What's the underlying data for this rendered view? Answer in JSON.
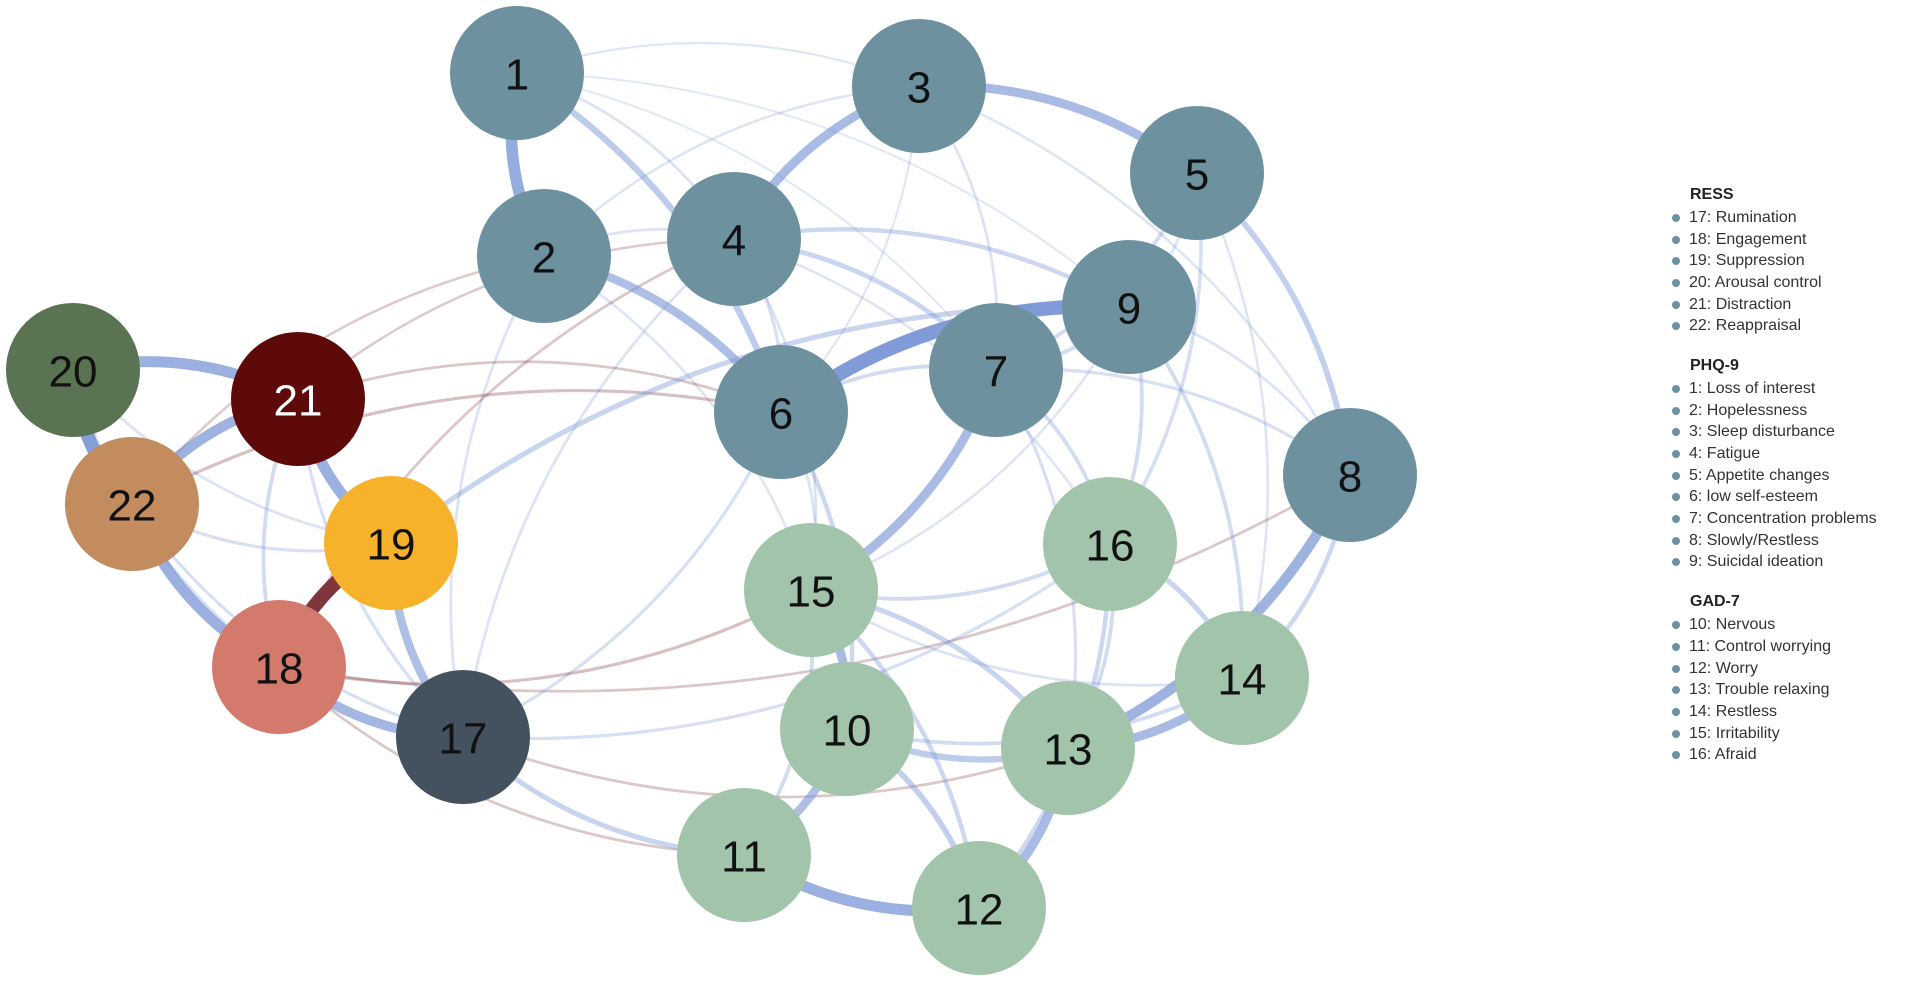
{
  "nodes": [
    {
      "id": "1",
      "label": "1",
      "fill": "#6d919f",
      "text_color": "#111111"
    },
    {
      "id": "2",
      "label": "2",
      "fill": "#6d919f",
      "text_color": "#111111"
    },
    {
      "id": "3",
      "label": "3",
      "fill": "#6d919f",
      "text_color": "#111111"
    },
    {
      "id": "4",
      "label": "4",
      "fill": "#6d919f",
      "text_color": "#111111"
    },
    {
      "id": "5",
      "label": "5",
      "fill": "#6d919f",
      "text_color": "#111111"
    },
    {
      "id": "6",
      "label": "6",
      "fill": "#6d919f",
      "text_color": "#111111"
    },
    {
      "id": "7",
      "label": "7",
      "fill": "#6d919f",
      "text_color": "#111111"
    },
    {
      "id": "8",
      "label": "8",
      "fill": "#6d919f",
      "text_color": "#111111"
    },
    {
      "id": "9",
      "label": "9",
      "fill": "#6d919f",
      "text_color": "#111111"
    },
    {
      "id": "10",
      "label": "10",
      "fill": "#a2c4ab",
      "text_color": "#111111"
    },
    {
      "id": "11",
      "label": "11",
      "fill": "#a2c4ab",
      "text_color": "#111111"
    },
    {
      "id": "12",
      "label": "12",
      "fill": "#a2c4ab",
      "text_color": "#111111"
    },
    {
      "id": "13",
      "label": "13",
      "fill": "#a2c4ab",
      "text_color": "#111111"
    },
    {
      "id": "14",
      "label": "14",
      "fill": "#a2c4ab",
      "text_color": "#111111"
    },
    {
      "id": "15",
      "label": "15",
      "fill": "#a2c4ab",
      "text_color": "#111111"
    },
    {
      "id": "16",
      "label": "16",
      "fill": "#a2c4ab",
      "text_color": "#111111"
    },
    {
      "id": "17",
      "label": "17",
      "fill": "#44525f",
      "text_color": "#111111"
    },
    {
      "id": "18",
      "label": "18",
      "fill": "#d47a6d",
      "text_color": "#111111"
    },
    {
      "id": "19",
      "label": "19",
      "fill": "#f6b22b",
      "text_color": "#111111"
    },
    {
      "id": "20",
      "label": "20",
      "fill": "#5a7453",
      "text_color": "#111111"
    },
    {
      "id": "21",
      "label": "21",
      "fill": "#5e0a0a",
      "text_color": "#ffffff"
    },
    {
      "id": "22",
      "label": "22",
      "fill": "#c28c5e",
      "text_color": "#111111"
    }
  ],
  "edges": [
    {
      "from": "1",
      "to": "2",
      "weight": 0.8,
      "sign": "positive"
    },
    {
      "from": "1",
      "to": "6",
      "weight": 0.4,
      "sign": "positive"
    },
    {
      "from": "1",
      "to": "3",
      "weight": 0.08,
      "sign": "positive"
    },
    {
      "from": "1",
      "to": "4",
      "weight": 0.12,
      "sign": "positive"
    },
    {
      "from": "1",
      "to": "9",
      "weight": 0.06,
      "sign": "positive"
    },
    {
      "from": "1",
      "to": "7",
      "weight": 0.06,
      "sign": "positive"
    },
    {
      "from": "2",
      "to": "6",
      "weight": 0.55,
      "sign": "positive"
    },
    {
      "from": "2",
      "to": "4",
      "weight": 0.12,
      "sign": "positive"
    },
    {
      "from": "2",
      "to": "3",
      "weight": 0.1,
      "sign": "positive"
    },
    {
      "from": "2",
      "to": "15",
      "weight": 0.1,
      "sign": "positive"
    },
    {
      "from": "2",
      "to": "17",
      "weight": 0.12,
      "sign": "positive"
    },
    {
      "from": "2",
      "to": "22",
      "weight": 0.1,
      "sign": "negative"
    },
    {
      "from": "3",
      "to": "4",
      "weight": 0.6,
      "sign": "positive"
    },
    {
      "from": "3",
      "to": "5",
      "weight": 0.6,
      "sign": "positive"
    },
    {
      "from": "3",
      "to": "7",
      "weight": 0.12,
      "sign": "positive"
    },
    {
      "from": "3",
      "to": "8",
      "weight": 0.1,
      "sign": "positive"
    },
    {
      "from": "3",
      "to": "6",
      "weight": 0.08,
      "sign": "positive"
    },
    {
      "from": "4",
      "to": "7",
      "weight": 0.28,
      "sign": "positive"
    },
    {
      "from": "4",
      "to": "9",
      "weight": 0.25,
      "sign": "positive"
    },
    {
      "from": "4",
      "to": "6",
      "weight": 0.15,
      "sign": "positive"
    },
    {
      "from": "4",
      "to": "15",
      "weight": 0.12,
      "sign": "positive"
    },
    {
      "from": "4",
      "to": "17",
      "weight": 0.12,
      "sign": "positive"
    },
    {
      "from": "4",
      "to": "18",
      "weight": 0.12,
      "sign": "negative"
    },
    {
      "from": "4",
      "to": "21",
      "weight": 0.1,
      "sign": "negative"
    },
    {
      "from": "4",
      "to": "16",
      "weight": 0.1,
      "sign": "positive"
    },
    {
      "from": "5",
      "to": "8",
      "weight": 0.35,
      "sign": "positive"
    },
    {
      "from": "5",
      "to": "7",
      "weight": 0.2,
      "sign": "positive"
    },
    {
      "from": "5",
      "to": "16",
      "weight": 0.18,
      "sign": "positive"
    },
    {
      "from": "5",
      "to": "14",
      "weight": 0.1,
      "sign": "positive"
    },
    {
      "from": "5",
      "to": "9",
      "weight": 0.12,
      "sign": "positive"
    },
    {
      "from": "6",
      "to": "9",
      "weight": 1.0,
      "sign": "positive"
    },
    {
      "from": "6",
      "to": "7",
      "weight": 0.2,
      "sign": "positive"
    },
    {
      "from": "6",
      "to": "10",
      "weight": 0.25,
      "sign": "positive"
    },
    {
      "from": "6",
      "to": "22",
      "weight": 0.15,
      "sign": "negative"
    },
    {
      "from": "6",
      "to": "21",
      "weight": 0.12,
      "sign": "negative"
    },
    {
      "from": "6",
      "to": "17",
      "weight": 0.15,
      "sign": "positive"
    },
    {
      "from": "6",
      "to": "15",
      "weight": 0.12,
      "sign": "positive"
    },
    {
      "from": "7",
      "to": "15",
      "weight": 0.6,
      "sign": "positive"
    },
    {
      "from": "7",
      "to": "9",
      "weight": 0.2,
      "sign": "positive"
    },
    {
      "from": "7",
      "to": "16",
      "weight": 0.2,
      "sign": "positive"
    },
    {
      "from": "7",
      "to": "13",
      "weight": 0.15,
      "sign": "positive"
    },
    {
      "from": "7",
      "to": "8",
      "weight": 0.15,
      "sign": "positive"
    },
    {
      "from": "8",
      "to": "14",
      "weight": 0.25,
      "sign": "positive"
    },
    {
      "from": "8",
      "to": "13",
      "weight": 0.7,
      "sign": "positive"
    },
    {
      "from": "8",
      "to": "9",
      "weight": 0.12,
      "sign": "positive"
    },
    {
      "from": "8",
      "to": "18",
      "weight": 0.12,
      "sign": "negative"
    },
    {
      "from": "9",
      "to": "16",
      "weight": 0.2,
      "sign": "positive"
    },
    {
      "from": "9",
      "to": "14",
      "weight": 0.2,
      "sign": "positive"
    },
    {
      "from": "9",
      "to": "19",
      "weight": 0.3,
      "sign": "positive"
    },
    {
      "from": "9",
      "to": "15",
      "weight": 0.1,
      "sign": "positive"
    },
    {
      "from": "10",
      "to": "15",
      "weight": 0.6,
      "sign": "positive"
    },
    {
      "from": "10",
      "to": "11",
      "weight": 0.55,
      "sign": "positive"
    },
    {
      "from": "10",
      "to": "13",
      "weight": 0.4,
      "sign": "positive"
    },
    {
      "from": "10",
      "to": "12",
      "weight": 0.35,
      "sign": "positive"
    },
    {
      "from": "10",
      "to": "14",
      "weight": 0.2,
      "sign": "positive"
    },
    {
      "from": "11",
      "to": "12",
      "weight": 0.75,
      "sign": "positive"
    },
    {
      "from": "11",
      "to": "17",
      "weight": 0.3,
      "sign": "positive"
    },
    {
      "from": "11",
      "to": "15",
      "weight": 0.2,
      "sign": "positive"
    },
    {
      "from": "11",
      "to": "18",
      "weight": 0.12,
      "sign": "negative"
    },
    {
      "from": "12",
      "to": "13",
      "weight": 0.6,
      "sign": "positive"
    },
    {
      "from": "12",
      "to": "15",
      "weight": 0.25,
      "sign": "positive"
    },
    {
      "from": "12",
      "to": "16",
      "weight": 0.25,
      "sign": "positive"
    },
    {
      "from": "13",
      "to": "14",
      "weight": 0.6,
      "sign": "positive"
    },
    {
      "from": "13",
      "to": "15",
      "weight": 0.3,
      "sign": "positive"
    },
    {
      "from": "13",
      "to": "16",
      "weight": 0.2,
      "sign": "positive"
    },
    {
      "from": "13",
      "to": "17",
      "weight": 0.12,
      "sign": "negative"
    },
    {
      "from": "14",
      "to": "16",
      "weight": 0.3,
      "sign": "positive"
    },
    {
      "from": "14",
      "to": "15",
      "weight": 0.12,
      "sign": "positive"
    },
    {
      "from": "15",
      "to": "16",
      "weight": 0.2,
      "sign": "positive"
    },
    {
      "from": "15",
      "to": "18",
      "weight": 0.15,
      "sign": "negative"
    },
    {
      "from": "16",
      "to": "17",
      "weight": 0.15,
      "sign": "positive"
    },
    {
      "from": "17",
      "to": "18",
      "weight": 0.65,
      "sign": "positive"
    },
    {
      "from": "17",
      "to": "19",
      "weight": 0.55,
      "sign": "positive"
    },
    {
      "from": "17",
      "to": "21",
      "weight": 0.15,
      "sign": "positive"
    },
    {
      "from": "17",
      "to": "22",
      "weight": 0.15,
      "sign": "positive"
    },
    {
      "from": "18",
      "to": "19",
      "weight": 1.0,
      "sign": "negative"
    },
    {
      "from": "18",
      "to": "22",
      "weight": 0.75,
      "sign": "positive"
    },
    {
      "from": "18",
      "to": "21",
      "weight": 0.2,
      "sign": "positive"
    },
    {
      "from": "18",
      "to": "20",
      "weight": 0.15,
      "sign": "positive"
    },
    {
      "from": "19",
      "to": "21",
      "weight": 0.75,
      "sign": "positive"
    },
    {
      "from": "19",
      "to": "22",
      "weight": 0.15,
      "sign": "positive"
    },
    {
      "from": "19",
      "to": "20",
      "weight": 0.12,
      "sign": "positive"
    },
    {
      "from": "20",
      "to": "21",
      "weight": 0.75,
      "sign": "positive"
    },
    {
      "from": "20",
      "to": "22",
      "weight": 0.95,
      "sign": "positive"
    },
    {
      "from": "21",
      "to": "22",
      "weight": 0.7,
      "sign": "positive"
    }
  ],
  "edge_colors": {
    "positive": "#7b97d6",
    "negative": "#7a2e34"
  },
  "legend": [
    {
      "title": "RESS",
      "items": [
        "17: Rumination",
        "18: Engagement",
        "19: Suppression",
        "20: Arousal control",
        "21: Distraction",
        "22: Reappraisal"
      ]
    },
    {
      "title": "PHQ-9",
      "items": [
        "1: Loss of interest",
        "2: Hopelessness",
        "3: Sleep disturbance",
        "4: Fatigue",
        "5: Appetite changes",
        "6: low self-esteem",
        "7: Concentration problems",
        "8: Slowly/Restless",
        "9: Suicidal ideation"
      ]
    },
    {
      "title": "GAD-7",
      "items": [
        "10: Nervous",
        "11: Control worrying",
        "12: Worry",
        "13: Trouble relaxing",
        "14: Restless",
        "15: Irritability",
        "16: Afraid"
      ]
    }
  ],
  "legend_dot_color": "#6d919f"
}
